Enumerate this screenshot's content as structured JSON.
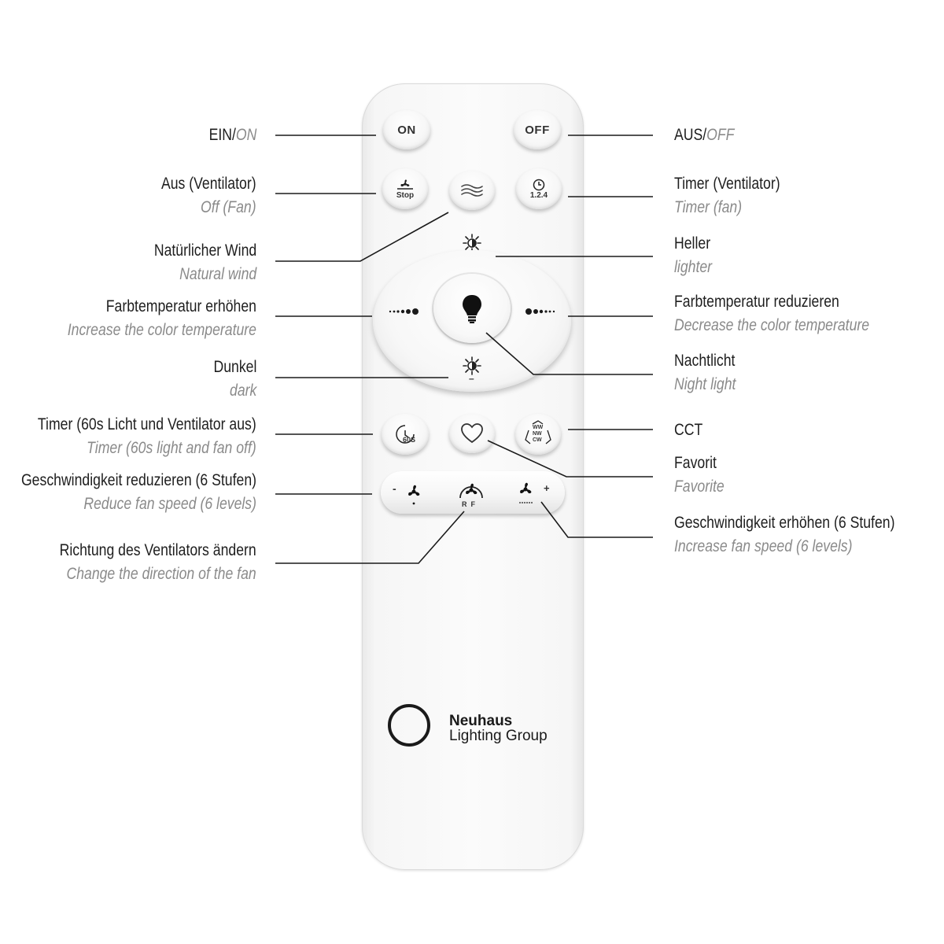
{
  "remote": {
    "buttons": {
      "on": "ON",
      "off": "OFF",
      "stop": "Stop",
      "timer": "1.2.4",
      "plus": "+",
      "minus": "–",
      "timer60": "60S",
      "cct_ww": "WW",
      "cct_nw": "NW",
      "cct_cw": "CW",
      "fan_minus": "-",
      "fan_plus": "+",
      "fan_rf": "R  F"
    },
    "logo": {
      "line1": "Neuhaus",
      "line2": "Lighting Group"
    }
  },
  "labels": {
    "on": {
      "de": "EIN/",
      "en": "ON"
    },
    "off": {
      "de": "AUS/",
      "en": "OFF"
    },
    "fan_off": {
      "de": "Aus (Ventilator)",
      "en": "Off (Fan)"
    },
    "timer_fan": {
      "de": "Timer (Ventilator)",
      "en": "Timer (fan)"
    },
    "natural_wind": {
      "de": "Natürlicher Wind",
      "en": "Natural wind"
    },
    "lighter": {
      "de": "Heller",
      "en": "lighter"
    },
    "cct_up": {
      "de": "Farbtemperatur erhöhen",
      "en": "Increase the color temperature"
    },
    "cct_down": {
      "de": "Farbtemperatur reduzieren",
      "en": "Decrease the color temperature"
    },
    "dark": {
      "de": "Dunkel",
      "en": "dark"
    },
    "night": {
      "de": "Nachtlicht",
      "en": "Night light"
    },
    "timer60": {
      "de": "Timer (60s Licht und Ventilator aus)",
      "en": "Timer (60s light and fan off)"
    },
    "cct": {
      "de": "CCT"
    },
    "favorite": {
      "de": "Favorit",
      "en": "Favorite"
    },
    "speed_down": {
      "de": "Geschwindigkeit reduzieren (6 Stufen)",
      "en": "Reduce fan speed (6 levels)"
    },
    "speed_up": {
      "de": "Geschwindigkeit erhöhen (6 Stufen)",
      "en": "Increase fan speed (6 levels)"
    },
    "direction": {
      "de": "Richtung des Ventilators ändern",
      "en": "Change the direction of the fan"
    }
  },
  "colors": {
    "line": "#1a1a1a",
    "label_de": "#1e1e1e",
    "label_en": "#8a8a8a"
  }
}
